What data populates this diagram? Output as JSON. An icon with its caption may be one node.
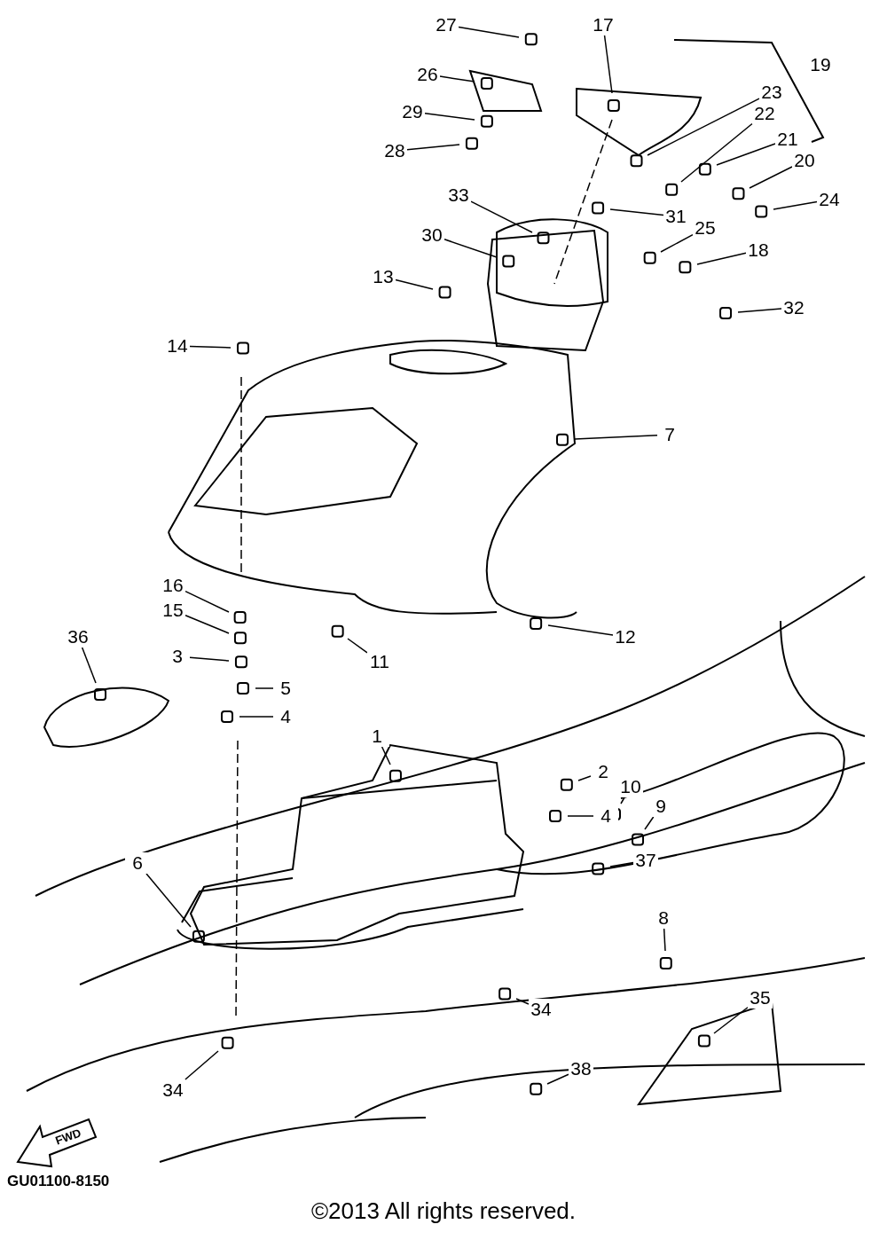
{
  "diagram": {
    "caption": "©2013 All rights reserved.",
    "nodes": [
      {
        "text": [
          "27"
        ]
      },
      {
        "text": [
          "17"
        ]
      },
      {
        "text": [
          "19"
        ]
      },
      {
        "text": [
          "26"
        ]
      },
      {
        "text": [
          "23"
        ]
      },
      {
        "text": [
          "29"
        ]
      },
      {
        "text": [
          "22"
        ]
      },
      {
        "text": [
          "21"
        ]
      },
      {
        "text": [
          "28"
        ]
      },
      {
        "text": [
          "20"
        ]
      },
      {
        "text": [
          "33"
        ]
      },
      {
        "text": [
          "24"
        ]
      },
      {
        "text": [
          "31"
        ]
      },
      {
        "text": [
          "25"
        ]
      },
      {
        "text": [
          "30"
        ]
      },
      {
        "text": [
          "18"
        ]
      },
      {
        "text": [
          "13"
        ]
      },
      {
        "text": [
          "32"
        ]
      },
      {
        "text": [
          "14"
        ]
      },
      {
        "text": [
          "7"
        ]
      },
      {
        "text": [
          "16"
        ]
      },
      {
        "text": [
          "15"
        ]
      },
      {
        "text": [
          "36"
        ]
      },
      {
        "text": [
          "12"
        ]
      },
      {
        "text": [
          "3"
        ]
      },
      {
        "text": [
          "11"
        ]
      },
      {
        "text": [
          "5"
        ]
      },
      {
        "text": [
          "4"
        ]
      },
      {
        "text": [
          "1"
        ]
      },
      {
        "text": [
          "2"
        ]
      },
      {
        "text": [
          "10"
        ]
      },
      {
        "text": [
          "9"
        ]
      },
      {
        "text": [
          "4"
        ]
      },
      {
        "text": [
          "37"
        ]
      },
      {
        "text": [
          "6"
        ]
      },
      {
        "text": [
          "8"
        ]
      },
      {
        "text": [
          "35"
        ]
      },
      {
        "text": [
          "34"
        ]
      },
      {
        "text": [
          "38"
        ]
      },
      {
        "text": [
          "34"
        ]
      }
    ],
    "edges": [
      {
        "from": 0,
        "to": null,
        "arrow": "none"
      },
      {
        "from": 1,
        "to": null,
        "arrow": "none"
      },
      {
        "from": 3,
        "to": null,
        "arrow": "none"
      },
      {
        "from": 4,
        "to": null,
        "arrow": "none"
      },
      {
        "from": 5,
        "to": null,
        "arrow": "none"
      },
      {
        "from": 6,
        "to": null,
        "arrow": "none"
      },
      {
        "from": 7,
        "to": null,
        "arrow": "none"
      },
      {
        "from": 8,
        "to": null,
        "arrow": "none"
      },
      {
        "from": 9,
        "to": null,
        "arrow": "none"
      },
      {
        "from": 10,
        "to": null,
        "arrow": "none"
      },
      {
        "from": 11,
        "to": null,
        "arrow": "none"
      },
      {
        "from": 12,
        "to": null,
        "arrow": "none"
      },
      {
        "from": 13,
        "to": null,
        "arrow": "none"
      },
      {
        "from": 14,
        "to": null,
        "arrow": "none"
      },
      {
        "from": 15,
        "to": null,
        "arrow": "none"
      },
      {
        "from": 16,
        "to": null,
        "arrow": "none"
      },
      {
        "from": 17,
        "to": null,
        "arrow": "none"
      },
      {
        "from": 18,
        "to": null,
        "arrow": "none"
      },
      {
        "from": 19,
        "to": null,
        "arrow": "none"
      },
      {
        "from": 20,
        "to": null,
        "arrow": "none"
      },
      {
        "from": 21,
        "to": null,
        "arrow": "none"
      },
      {
        "from": 22,
        "to": null,
        "arrow": "none"
      },
      {
        "from": 23,
        "to": null,
        "arrow": "none"
      },
      {
        "from": 24,
        "to": null,
        "arrow": "none"
      },
      {
        "from": 25,
        "to": null,
        "arrow": "none"
      },
      {
        "from": 26,
        "to": null,
        "arrow": "none"
      },
      {
        "from": 27,
        "to": null,
        "arrow": "none"
      },
      {
        "from": 28,
        "to": null,
        "arrow": "none"
      },
      {
        "from": 29,
        "to": null,
        "arrow": "none"
      },
      {
        "from": 30,
        "to": null,
        "arrow": "none"
      },
      {
        "from": 31,
        "to": null,
        "arrow": "none"
      },
      {
        "from": 32,
        "to": null,
        "arrow": "none"
      },
      {
        "from": 33,
        "to": null,
        "arrow": "none"
      },
      {
        "from": 34,
        "to": null,
        "arrow": "none"
      },
      {
        "from": 35,
        "to": null,
        "arrow": "none"
      },
      {
        "from": 36,
        "to": null,
        "arrow": "none"
      },
      {
        "from": 37,
        "to": null,
        "arrow": "none"
      },
      {
        "from": 38,
        "to": null,
        "arrow": "none"
      },
      {
        "from": 39,
        "to": null,
        "arrow": "none"
      }
    ],
    "labels": [
      "FWD",
      "GU01100-8150"
    ]
  }
}
